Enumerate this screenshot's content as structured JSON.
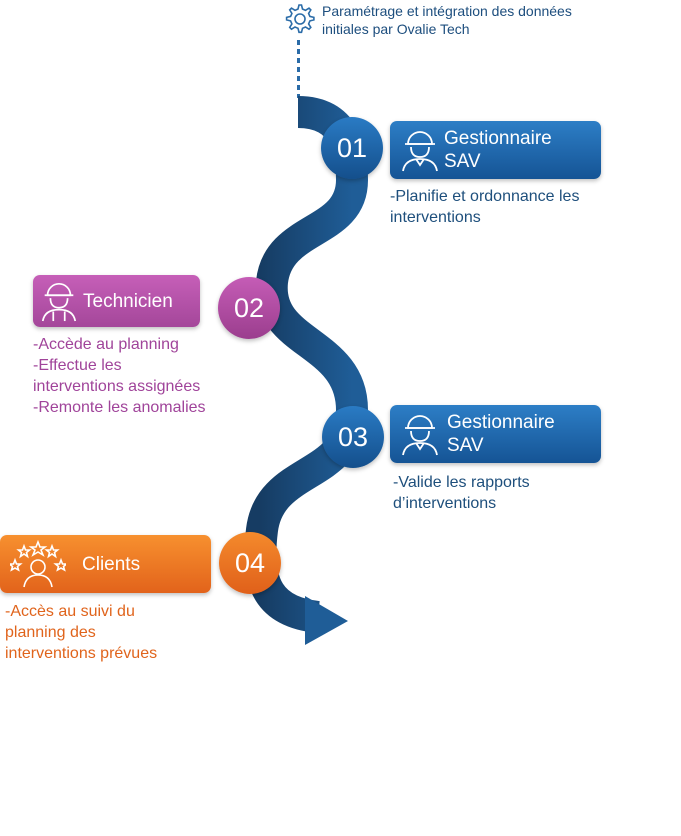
{
  "intro": {
    "line1": "Paramétrage et intégration des données",
    "line2": "initiales par Ovalie Tech",
    "icon": "gear-icon"
  },
  "steps": [
    {
      "number": "01",
      "title_line1": "Gestionnaire",
      "title_line2": "SAV",
      "icon": "worker-icon",
      "desc": [
        "-Planifie et ordonnance les",
        "interventions"
      ],
      "color": "#1f63a8"
    },
    {
      "number": "02",
      "title_line1": "Technicien",
      "title_line2": "",
      "icon": "worker-icon",
      "desc": [
        "-Accède au planning",
        "-Effectue les",
        "interventions assignées",
        "-Remonte les anomalies"
      ],
      "color": "#b14fa6"
    },
    {
      "number": "03",
      "title_line1": "Gestionnaire",
      "title_line2": "SAV",
      "icon": "worker-icon",
      "desc": [
        "-Valide les rapports",
        "d’interventions"
      ],
      "color": "#1f63a8"
    },
    {
      "number": "04",
      "title_line1": "Clients",
      "title_line2": "",
      "icon": "client-stars-icon",
      "desc": [
        "-Accès au suivi du",
        "planning des",
        "interventions prévues"
      ],
      "color": "#ea6f1f"
    }
  ],
  "colors": {
    "road_dark": "#173f66",
    "road_light": "#1e5a93",
    "text_blue": "#1e4f7c",
    "text_pink": "#a0449a",
    "text_orange": "#e0641c"
  }
}
